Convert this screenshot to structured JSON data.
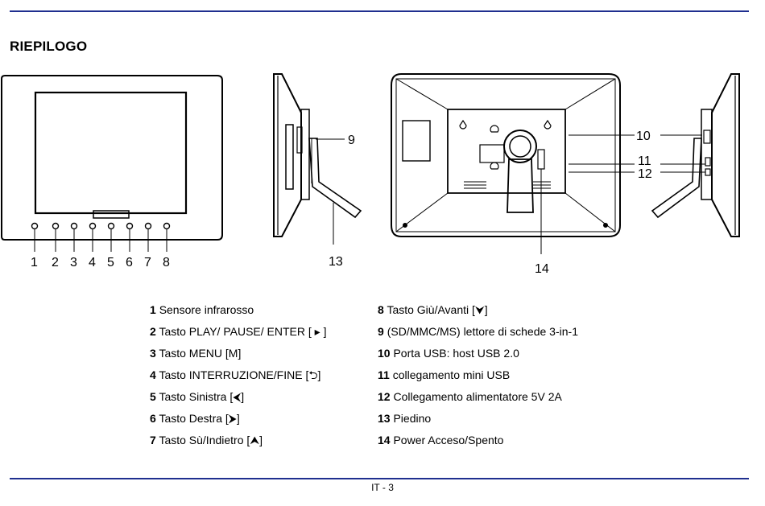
{
  "section_title": "RIEPILOGO",
  "callouts": {
    "front": [
      "1",
      "2",
      "3",
      "4",
      "5",
      "6",
      "7",
      "8"
    ],
    "side_left": [
      "9",
      "13"
    ],
    "back": [
      "14"
    ],
    "side_right": [
      "10",
      "11",
      "12"
    ]
  },
  "legend_left": [
    {
      "num": "1",
      "text": "Sensore infrarosso"
    },
    {
      "num": "2",
      "text": "Tasto PLAY/ PAUSE/ ENTER [ ▸ ]"
    },
    {
      "num": "3",
      "text": "Tasto MENU [M]"
    },
    {
      "num": "4",
      "text": "Tasto INTERRUZIONE/FINE [⮌]"
    },
    {
      "num": "5",
      "text": "Tasto Sinistra [⮜]"
    },
    {
      "num": "6",
      "text": "Tasto Destra [⮞]"
    },
    {
      "num": "7",
      "text": "Tasto Sù/Indietro [⮝]"
    }
  ],
  "legend_right": [
    {
      "num": "8",
      "text": "Tasto Giù/Avanti [⮟]"
    },
    {
      "num": "9",
      "text": "(SD/MMC/MS) lettore di schede 3-in-1"
    },
    {
      "num": "10",
      "text": "Porta USB: host USB 2.0"
    },
    {
      "num": "11",
      "text": "collegamento mini USB"
    },
    {
      "num": "12",
      "text": "Collegamento alimentatore 5V 2A"
    },
    {
      "num": "13",
      "text": "Piedino"
    },
    {
      "num": "14",
      "text": "Power Acceso/Spento"
    }
  ],
  "page_label": "IT - 3",
  "colors": {
    "rule": "#1f2f8f",
    "ink": "#000000"
  }
}
